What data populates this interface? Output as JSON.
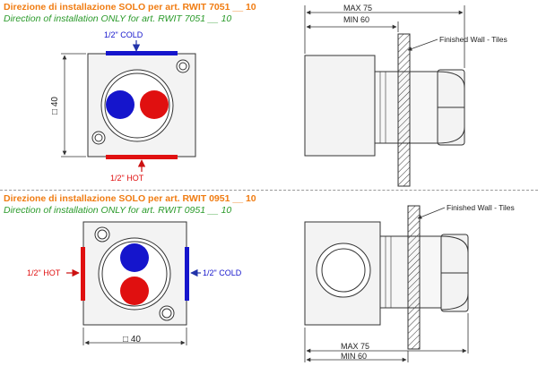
{
  "panels": {
    "top": {
      "title_it": "Direzione di installazione SOLO per art. RWIT 7051 __ 10",
      "title_en": "Direction of installation ONLY for art. RWIT 7051 __ 10",
      "front": {
        "cold_label": "1/2\" COLD",
        "hot_label": "1/2\" HOT",
        "size_label": "□ 40"
      },
      "side": {
        "max_label": "MAX 75",
        "min_label": "MIN 60",
        "wall_label": "Finished Wall - Tiles"
      }
    },
    "bottom": {
      "title_it": "Direzione di installazione SOLO per art. RWIT 0951 __ 10",
      "title_en": "Direction of installation ONLY for art. RWIT 0951 __ 10",
      "front": {
        "hot_label": "1/2\" HOT",
        "cold_label": "1/2\" COLD",
        "size_label": "□ 40"
      },
      "side": {
        "wall_label": "Finished Wall - Tiles",
        "max_label": "MAX 75",
        "min_label": "MIN 60"
      }
    }
  },
  "colors": {
    "hot": "#e01010",
    "cold": "#1515cc",
    "title_it": "#f07c12",
    "title_en": "#2a9a2a",
    "line": "#333333"
  }
}
